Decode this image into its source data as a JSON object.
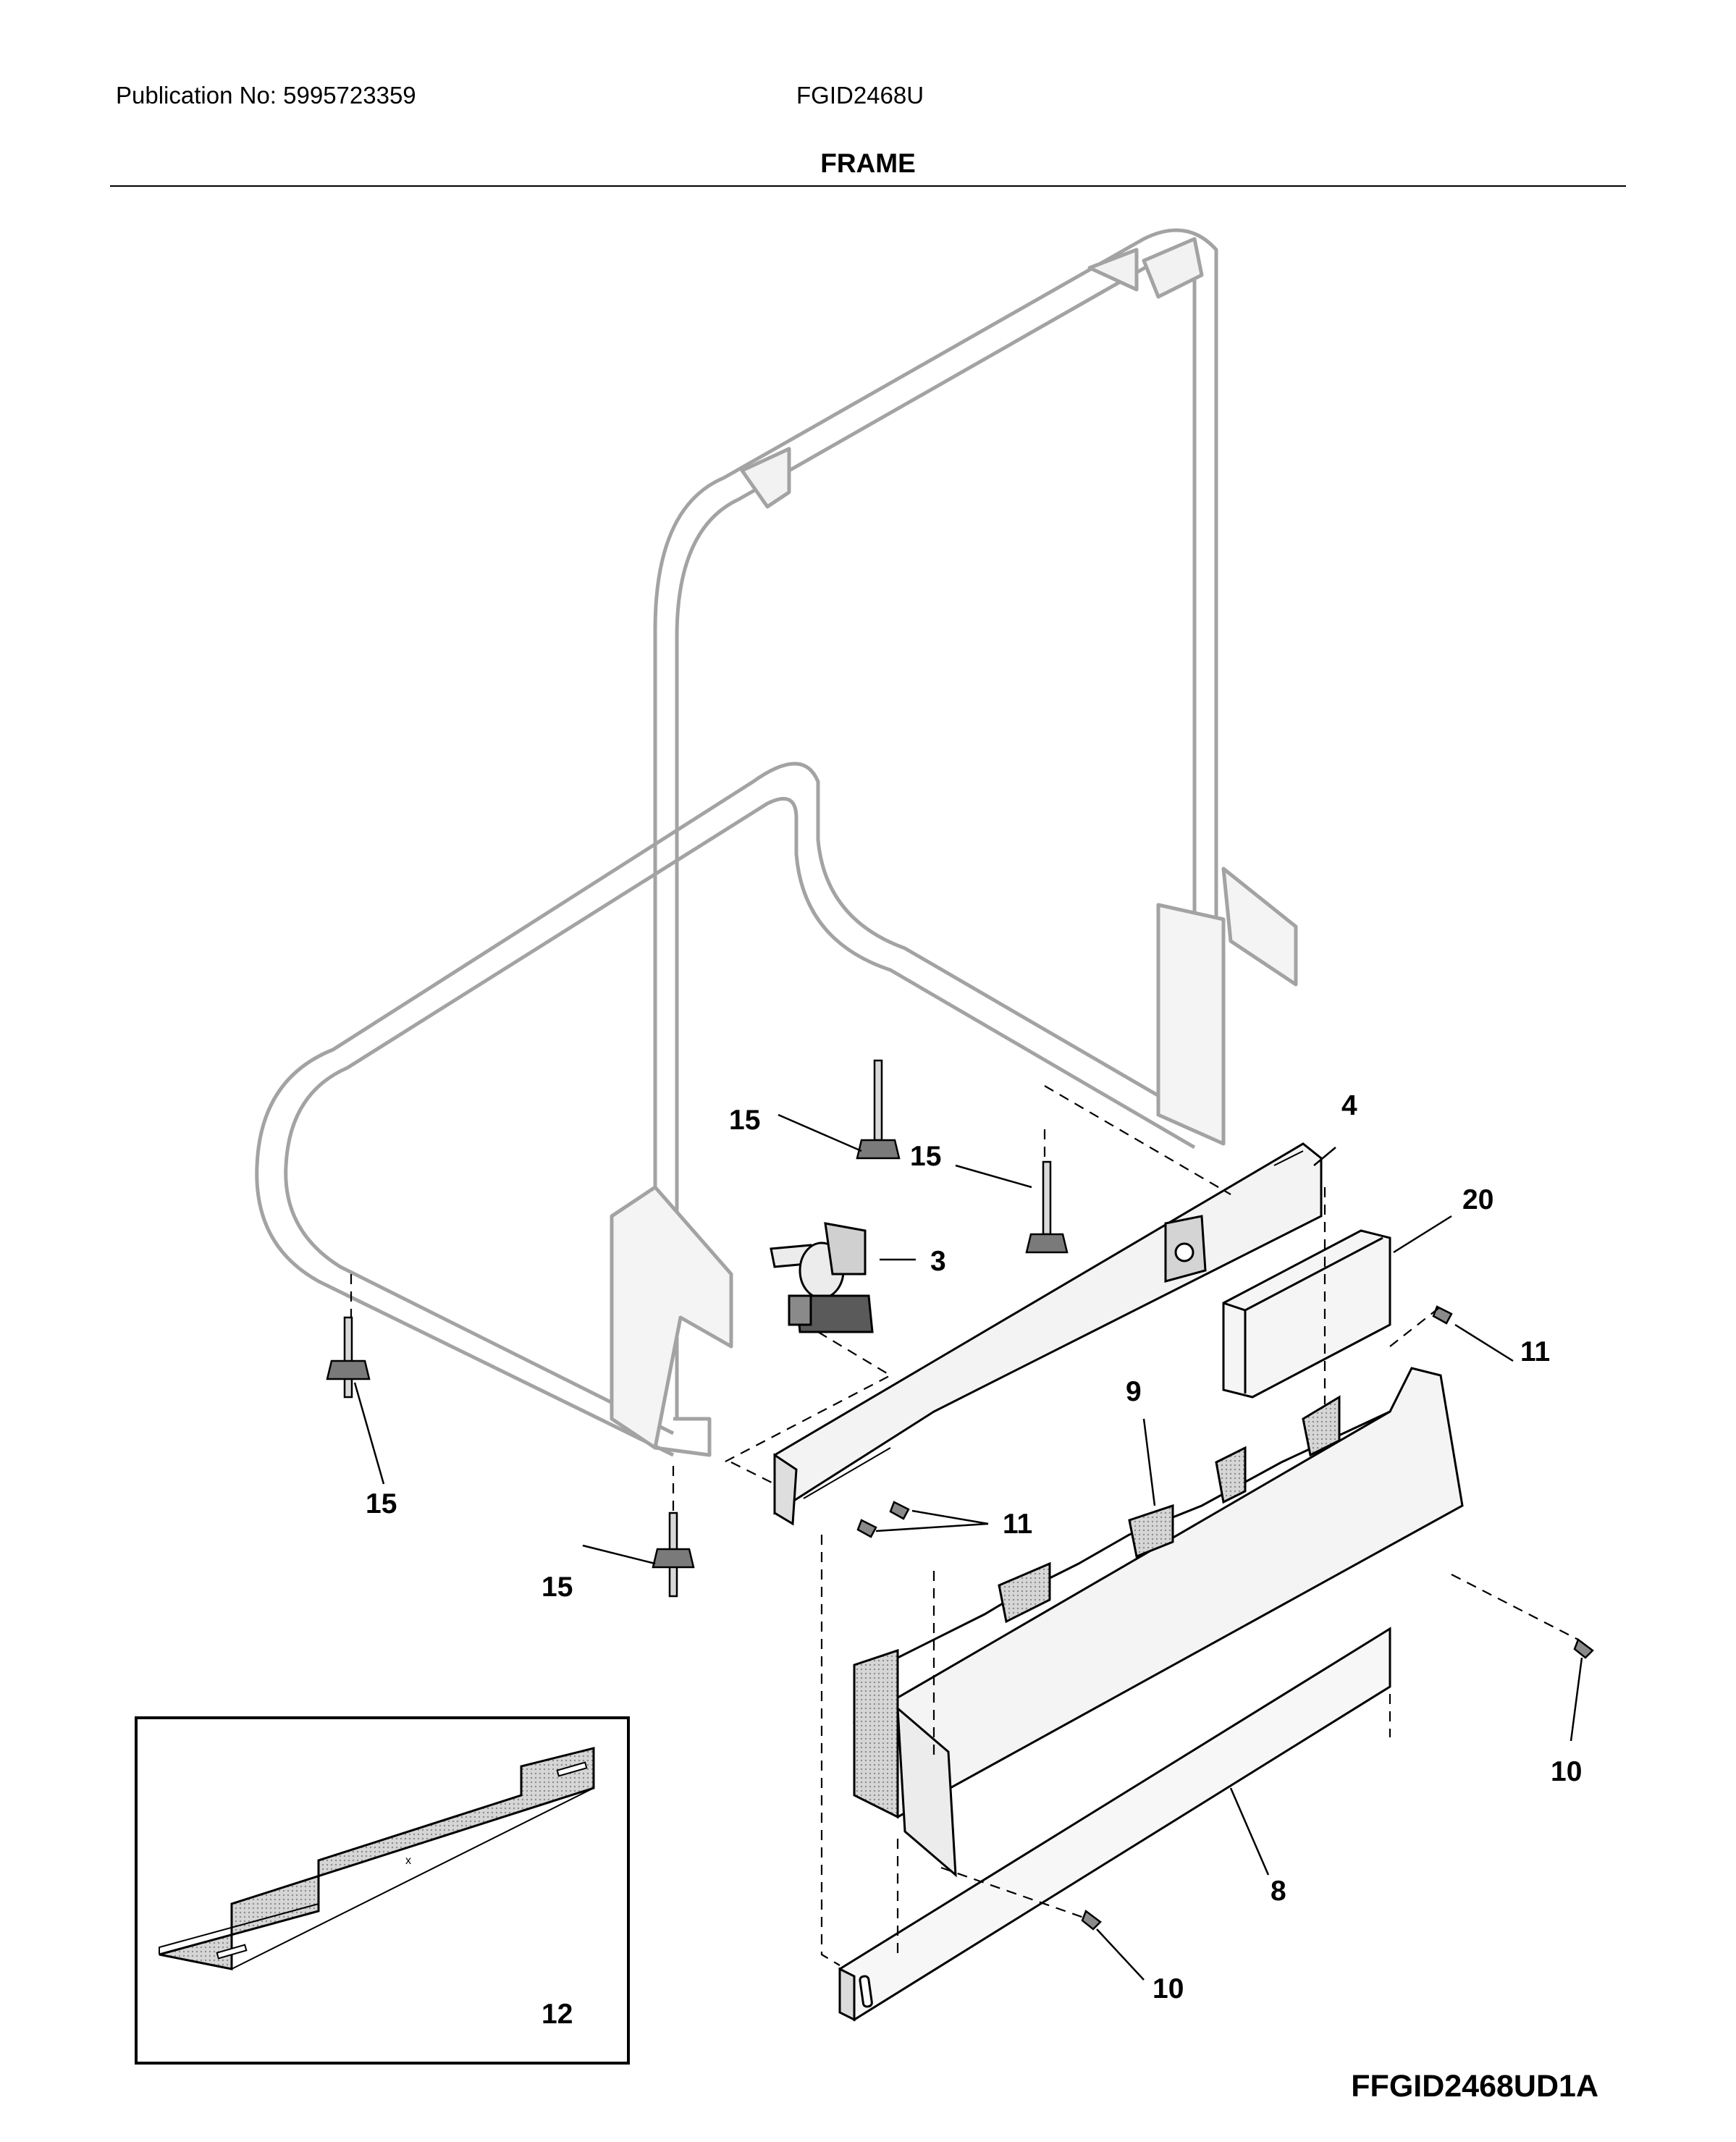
{
  "header": {
    "publication": "Publication No: 5995723359",
    "model": "FGID2468U",
    "section_title": "FRAME"
  },
  "callouts": [
    {
      "id": "c4",
      "label": "4"
    },
    {
      "id": "c20",
      "label": "20"
    },
    {
      "id": "c3",
      "label": "3"
    },
    {
      "id": "c11a",
      "label": "11"
    },
    {
      "id": "c11b",
      "label": "11"
    },
    {
      "id": "c9",
      "label": "9"
    },
    {
      "id": "c15a",
      "label": "15"
    },
    {
      "id": "c15b",
      "label": "15"
    },
    {
      "id": "c15c",
      "label": "15"
    },
    {
      "id": "c15d",
      "label": "15"
    },
    {
      "id": "c10a",
      "label": "10"
    },
    {
      "id": "c10b",
      "label": "10"
    },
    {
      "id": "c8",
      "label": "8"
    },
    {
      "id": "c12",
      "label": "12"
    }
  ],
  "footer": {
    "diagram_code": "FFGID2468UD1A"
  },
  "colors": {
    "line": "#000000",
    "frame_stroke": "#9a9a9a",
    "shade": "#bdbdbd",
    "dark_shade": "#8a8a8a"
  }
}
